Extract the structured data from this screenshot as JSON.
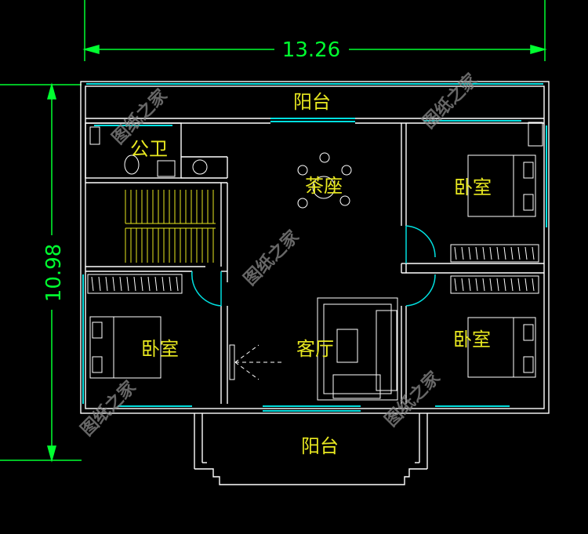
{
  "dimensions": {
    "width": "13.26",
    "height": "10.98"
  },
  "rooms": {
    "balcony_top": "阳台",
    "public_bath": "公卫",
    "tea_area": "茶座",
    "bedroom_ne": "卧室",
    "bedroom_w": "卧室",
    "living_room": "客厅",
    "bedroom_se": "卧室",
    "balcony_bottom": "阳台"
  },
  "watermark": "图纸之家",
  "colors": {
    "background": "#000000",
    "wall": "#ffffff",
    "window": "#00e0e0",
    "dimension": "#00ff30",
    "label": "#e8e820",
    "stair": "#e8e820",
    "furniture": "#ffffff",
    "watermark": "#8a8a8a"
  }
}
